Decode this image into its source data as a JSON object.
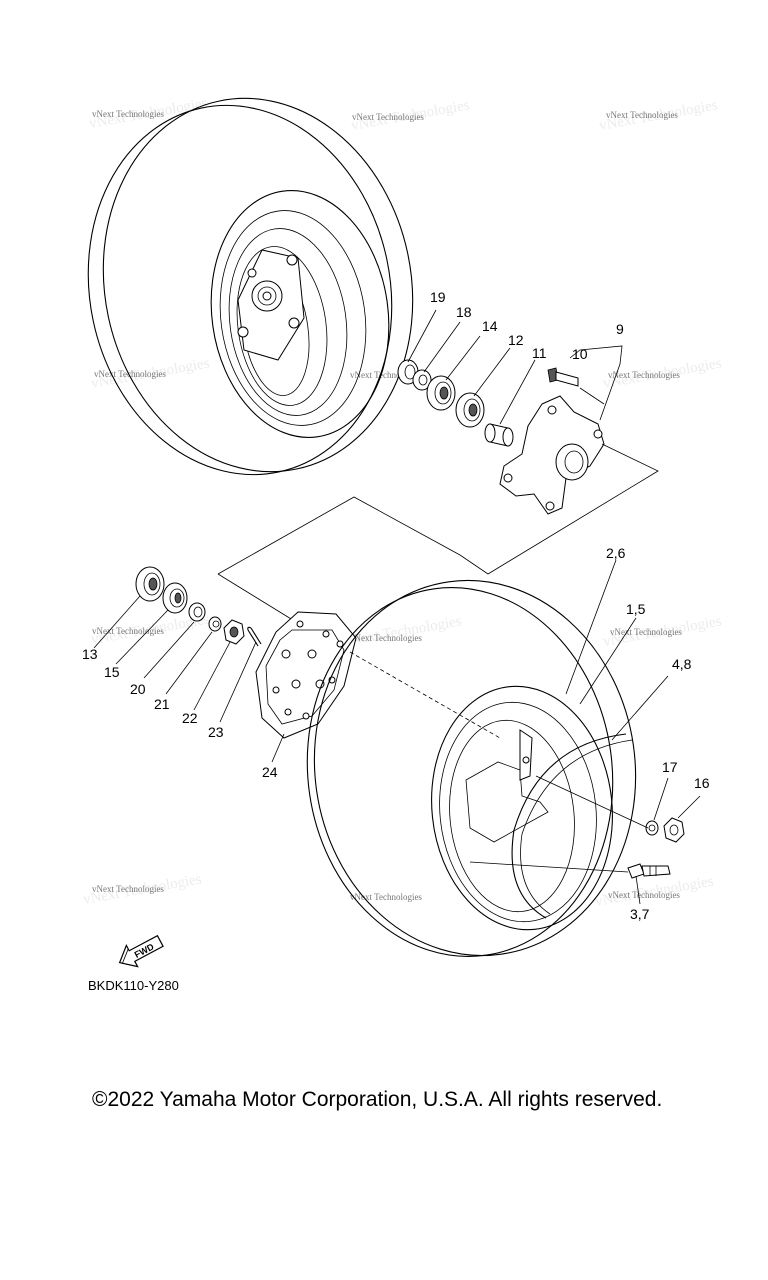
{
  "watermark": {
    "text": "vNext Technologies"
  },
  "callouts": {
    "p19": "19",
    "p18": "18",
    "p14": "14",
    "p12": "12",
    "p11": "11",
    "p9": "9",
    "p10": "10",
    "p2_6": "2,6",
    "p1_5": "1,5",
    "p4_8": "4,8",
    "p17": "17",
    "p16": "16",
    "p3_7": "3,7",
    "p13": "13",
    "p15": "15",
    "p20": "20",
    "p21": "21",
    "p22": "22",
    "p23": "23",
    "p24": "24"
  },
  "fwd_label": "FWD",
  "diagram_code": "BKDK110-Y280",
  "copyright": "©2022 Yamaha Motor Corporation, U.S.A. All rights reserved."
}
